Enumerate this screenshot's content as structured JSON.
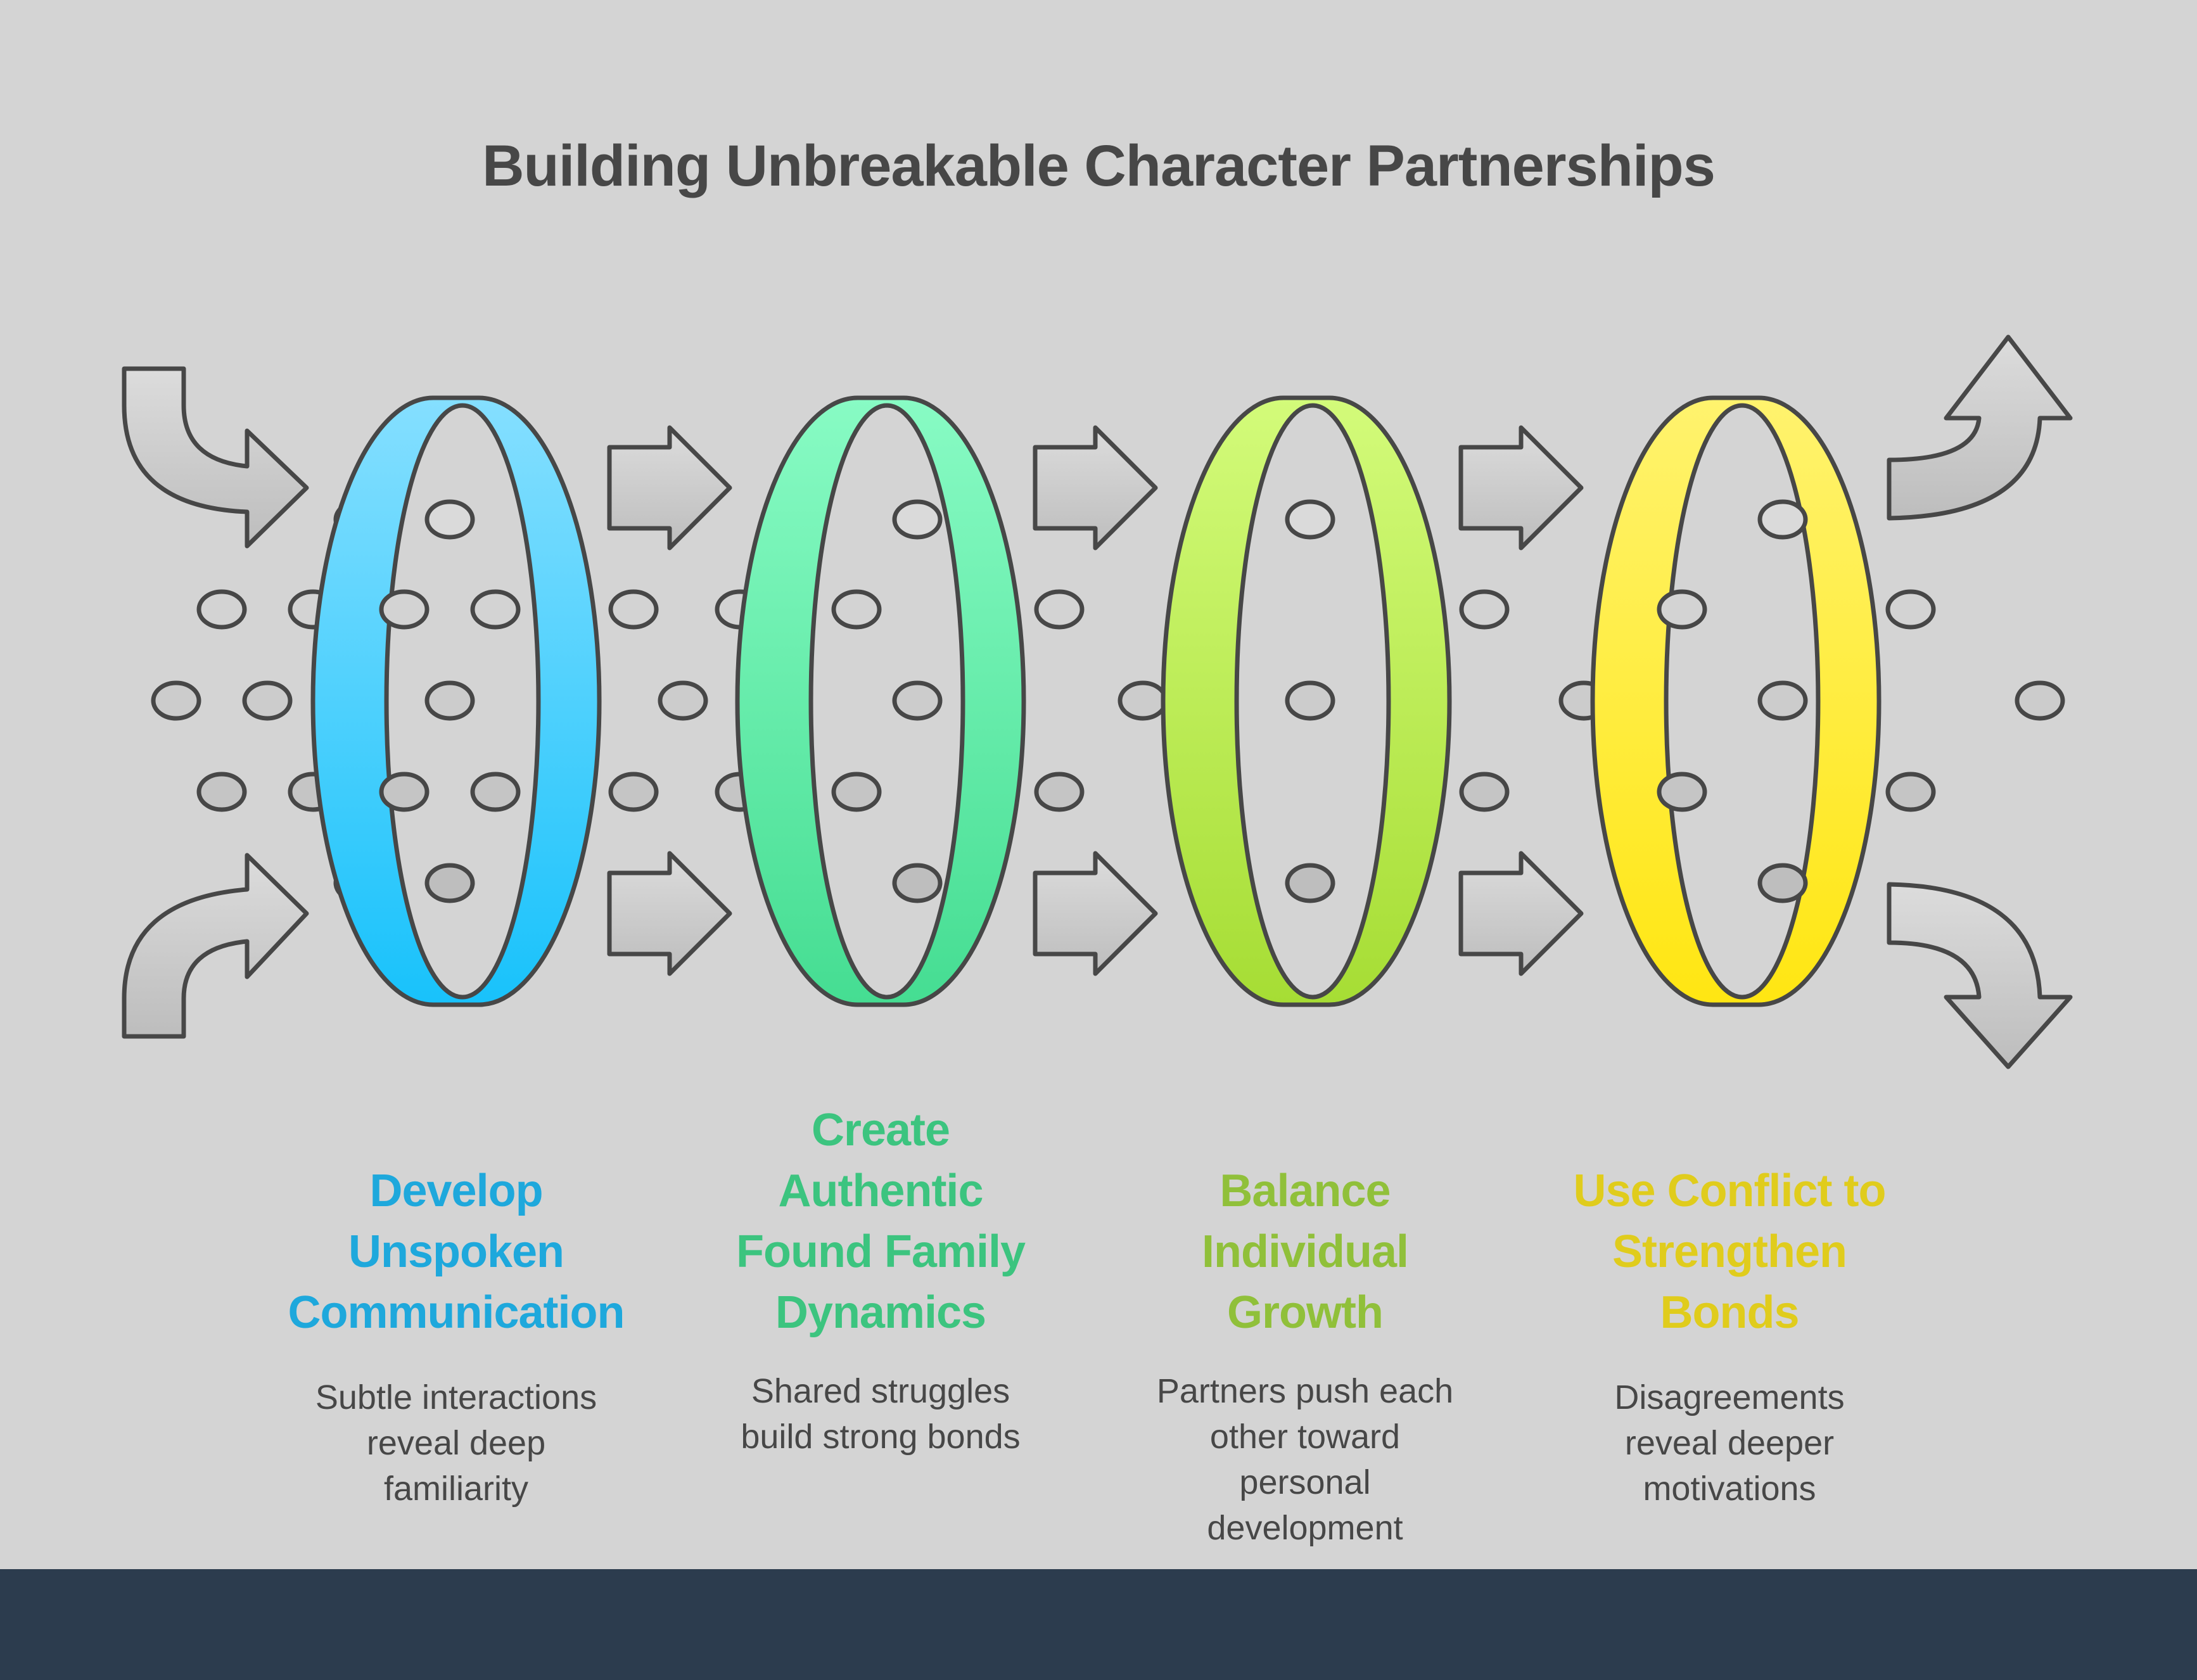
{
  "title": "Building Unbreakable Character Partnerships",
  "colors": {
    "background": "#d4d4d4",
    "footer": "#2c3c4e",
    "outline": "#474747",
    "text": "#474747"
  },
  "icons": {
    "incoming_arrows": "curved-arrow-icon",
    "connector_arrows": "right-arrow-icon",
    "outgoing_arrows": "curved-arrow-icon",
    "particles": "circle-icon",
    "filters": "ring-icon"
  },
  "steps": [
    {
      "heading_lines": [
        "Develop",
        "Unspoken",
        "Communication"
      ],
      "description_lines": [
        "Subtle interactions",
        "reveal deep",
        "familiarity"
      ],
      "color": "#1ea8dc",
      "ring_top": "#85dfff",
      "ring_bottom": "#18c2fb"
    },
    {
      "heading_lines": [
        "Create",
        "Authentic",
        "Found Family",
        "Dynamics"
      ],
      "description_lines": [
        "Shared struggles",
        "build strong bonds"
      ],
      "color": "#3cc47f",
      "ring_top": "#88fbc4",
      "ring_bottom": "#45dd92"
    },
    {
      "heading_lines": [
        "Balance",
        "Individual",
        "Growth"
      ],
      "description_lines": [
        "Partners push each",
        "other toward",
        "personal",
        "development"
      ],
      "color": "#90c03a",
      "ring_top": "#d3fb7a",
      "ring_bottom": "#a6dd34"
    },
    {
      "heading_lines": [
        "Use Conflict to",
        "Strengthen",
        "Bonds"
      ],
      "description_lines": [
        "Disagreements",
        "reveal deeper",
        "motivations"
      ],
      "color": "#e0cc1c",
      "ring_top": "#fff36e",
      "ring_bottom": "#ffe612"
    }
  ]
}
